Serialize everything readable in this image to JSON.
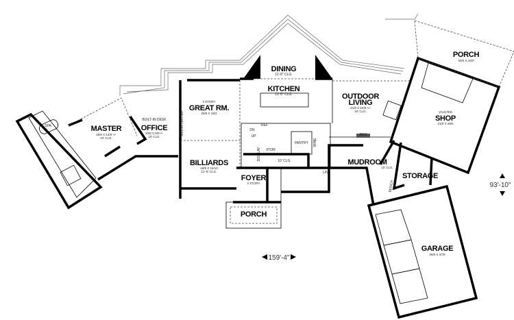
{
  "rooms": {
    "dining": {
      "name": "DINING",
      "size": "11'-8\" CLG."
    },
    "kitchen": {
      "name": "KITCHEN",
      "size": "11'-8\" CLG."
    },
    "great_room": {
      "note": "2 STORY",
      "name": "GREAT RM.",
      "size": "25/8 X 19/2"
    },
    "master": {
      "name": "MASTER",
      "size": "15/8 X 14/0 +/-",
      "clg": "10' CLG."
    },
    "office": {
      "name": "OFFICE",
      "size": "10/6 X 8/0+/-",
      "clg": "10' CLG."
    },
    "billiards": {
      "name": "BILLIARDS",
      "size": "18/8 X 15/10",
      "clg": "11'-8\" CLG."
    },
    "foyer": {
      "name": "FOYER",
      "note": "2 STORY"
    },
    "front_porch": {
      "name": "PORCH"
    },
    "outdoor_living": {
      "name1": "OUTDOOR",
      "name2": "LIVING",
      "size": "21/0 X 15/6 +/-",
      "clg": "10' CLG."
    },
    "shop": {
      "note": "VAULTED",
      "name": "SHOP",
      "size": "21/0 X 29/0"
    },
    "shop_porch": {
      "name": "PORCH",
      "size": "26/0 X 10/0"
    },
    "mudroom": {
      "name": "MUDROOM",
      "clg": "10' CLG."
    },
    "storage": {
      "name": "STORAGE"
    },
    "garage": {
      "name": "GARAGE",
      "size": "26/0 X 37/0"
    }
  },
  "fixtures": {
    "spa": "SPA",
    "built_in_desk": "BUILT-IN DESK",
    "media_center": "MEDIA CENTER",
    "ref": "REF",
    "pantry": "PANTRY",
    "bbq": "BBQ",
    "stor": "STOR",
    "display": "DISPLAY",
    "wine": "WINE",
    "bench": "BENCH",
    "dn": "DN",
    "up": "UP",
    "lin": "LIN",
    "hall_clg": "10' CLG."
  },
  "dimensions": {
    "width": "159'-4\"",
    "depth": "93'-10\""
  }
}
